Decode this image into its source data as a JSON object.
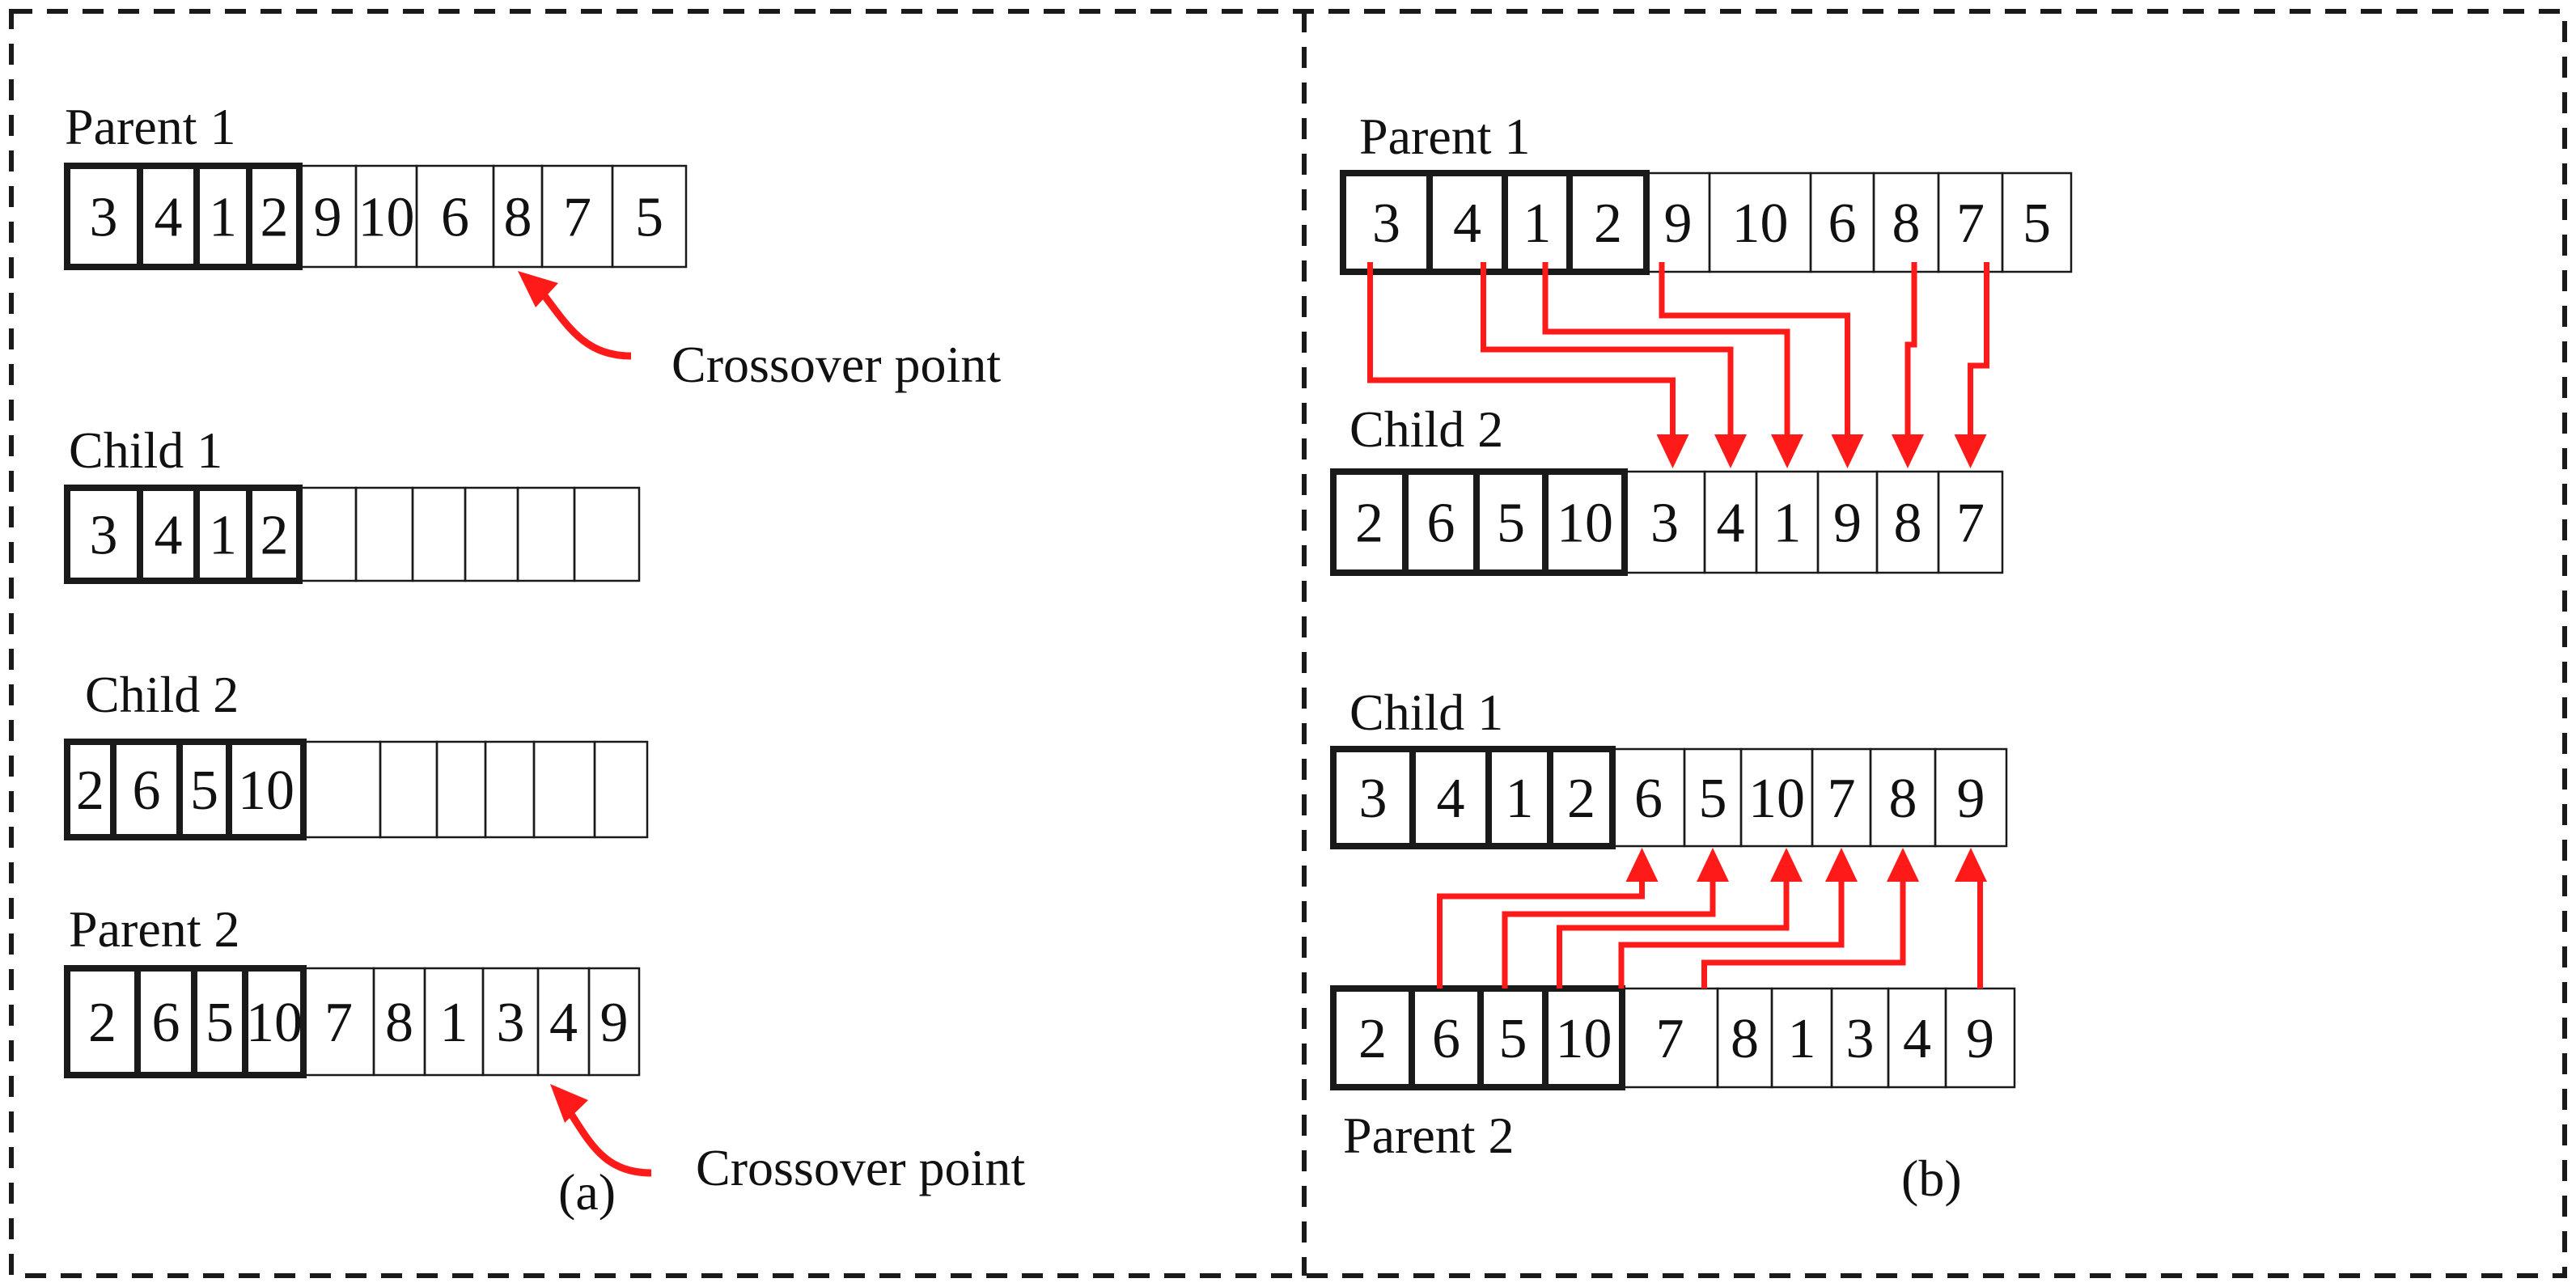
{
  "colors": {
    "border": "#1a1a1a",
    "arrow": "#ff1a1a",
    "text": "#111111"
  },
  "panel_a": {
    "caption": "(a)",
    "parent1": {
      "label": "Parent 1",
      "genes": [
        "3",
        "4",
        "1",
        "2",
        "9",
        "10",
        "6",
        "8",
        "7",
        "5"
      ],
      "fixed_count": 4
    },
    "child1": {
      "label": "Child 1",
      "genes": [
        "3",
        "4",
        "1",
        "2",
        "",
        "",
        "",
        "",
        "",
        ""
      ],
      "fixed_count": 4
    },
    "child2": {
      "label": "Child 2",
      "genes": [
        "2",
        "6",
        "5",
        "10",
        "",
        "",
        "",
        "",
        "",
        ""
      ],
      "fixed_count": 4
    },
    "parent2": {
      "label": "Parent 2",
      "genes": [
        "2",
        "6",
        "5",
        "10",
        "7",
        "8",
        "1",
        "3",
        "4",
        "9"
      ],
      "fixed_count": 4
    },
    "crossover_label_top": "Crossover point",
    "crossover_label_bottom": "Crossover point"
  },
  "panel_b": {
    "caption": "(b)",
    "parent1": {
      "label": "Parent 1",
      "genes": [
        "3",
        "4",
        "1",
        "2",
        "9",
        "10",
        "6",
        "8",
        "7",
        "5"
      ],
      "fixed_count": 4
    },
    "child2": {
      "label": "Child 2",
      "genes": [
        "2",
        "6",
        "5",
        "10",
        "3",
        "4",
        "1",
        "9",
        "8",
        "7"
      ],
      "fixed_count": 4
    },
    "child1": {
      "label": "Child 1",
      "genes": [
        "3",
        "4",
        "1",
        "2",
        "6",
        "5",
        "10",
        "7",
        "8",
        "9"
      ],
      "fixed_count": 4
    },
    "parent2": {
      "label": "Parent 2",
      "genes": [
        "2",
        "6",
        "5",
        "10",
        "7",
        "8",
        "1",
        "3",
        "4",
        "9"
      ],
      "fixed_count": 4
    },
    "mapping_parent1_to_child2": [
      [
        0,
        4
      ],
      [
        1,
        5
      ],
      [
        2,
        6
      ],
      [
        4,
        7
      ],
      [
        7,
        8
      ],
      [
        8,
        9
      ]
    ],
    "mapping_parent2_to_child1": [
      [
        1,
        4
      ],
      [
        2,
        5
      ],
      [
        3,
        6
      ],
      [
        4,
        7
      ],
      [
        5,
        8
      ],
      [
        9,
        9
      ]
    ]
  }
}
